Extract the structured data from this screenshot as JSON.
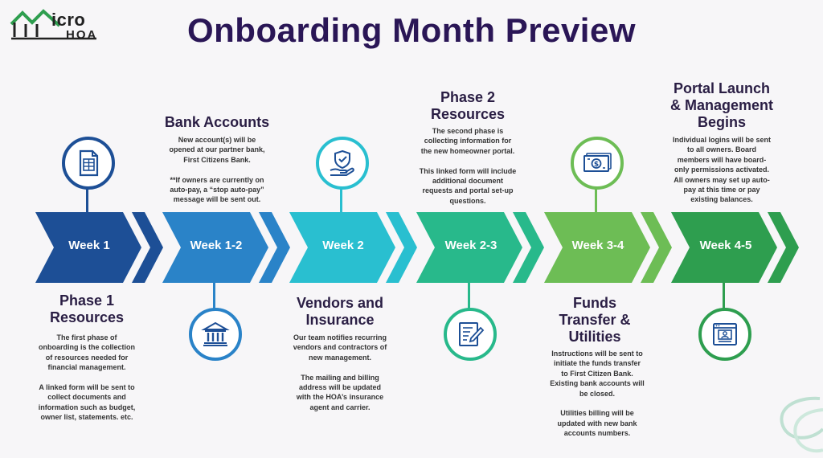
{
  "logo": {
    "line1": "icro",
    "line2": "HOA",
    "brand_color": "#2e9e4f"
  },
  "title": "Onboarding Month Preview",
  "colors": {
    "week1": "#1d4f96",
    "week1_2": "#2a83c8",
    "week2": "#29bfd0",
    "week2_3": "#28b98b",
    "week3_4": "#6dbd55",
    "week4_5": "#2e9e4f",
    "heading": "#2a1e44",
    "title": "#2a1656"
  },
  "weeks": [
    "Week 1",
    "Week 1-2",
    "Week 2",
    "Week 2-3",
    "Week 3-4",
    "Week 4-5"
  ],
  "phases": [
    {
      "heading": "Phase 1\nResources",
      "description": "The first phase of\nonboarding is the collection\nof resources needed for\nfinancial management.\n\nA linked form will be sent to\ncollect documents and\ninformation such as budget,\nowner list, statements. etc.",
      "icon": "document-icon"
    },
    {
      "heading": "Bank Accounts",
      "description": "New account(s) will be\nopened at our partner bank,\nFirst Citizens Bank.\n\n**If owners are currently on\nauto-pay, a “stop auto-pay”\nmessage will be sent out.",
      "icon": "bank-icon"
    },
    {
      "heading": "Vendors and\nInsurance",
      "description": "Our team notifies recurring\nvendors and contractors of\nnew management.\n\nThe mailing and billing\naddress will be updated\nwith the HOA’s insurance\nagent and carrier.",
      "icon": "shield-hand-icon"
    },
    {
      "heading": "Phase 2\nResources",
      "description": "The second phase is\ncollecting information for\nthe new homeowner portal.\n\nThis linked form will include\nadditional document\nrequests and portal set-up\nquestions.",
      "icon": "form-pen-icon"
    },
    {
      "heading": "Funds\nTransfer &\nUtilities",
      "description": "Instructions will be sent to\ninitiate the funds transfer\nto First Citizen Bank.\nExisting bank accounts will\nbe closed.\n\nUtilities billing will be\nupdated with new bank\naccounts numbers.",
      "icon": "money-icon"
    },
    {
      "heading": "Portal Launch\n& Management\nBegins",
      "description": "Individual logins will be sent\nto all owners. Board\nmembers will have board-\nonly permissions activated.\nAll owners may set up auto-\npay at this time or pay\nexisting balances.",
      "icon": "portal-icon"
    }
  ]
}
